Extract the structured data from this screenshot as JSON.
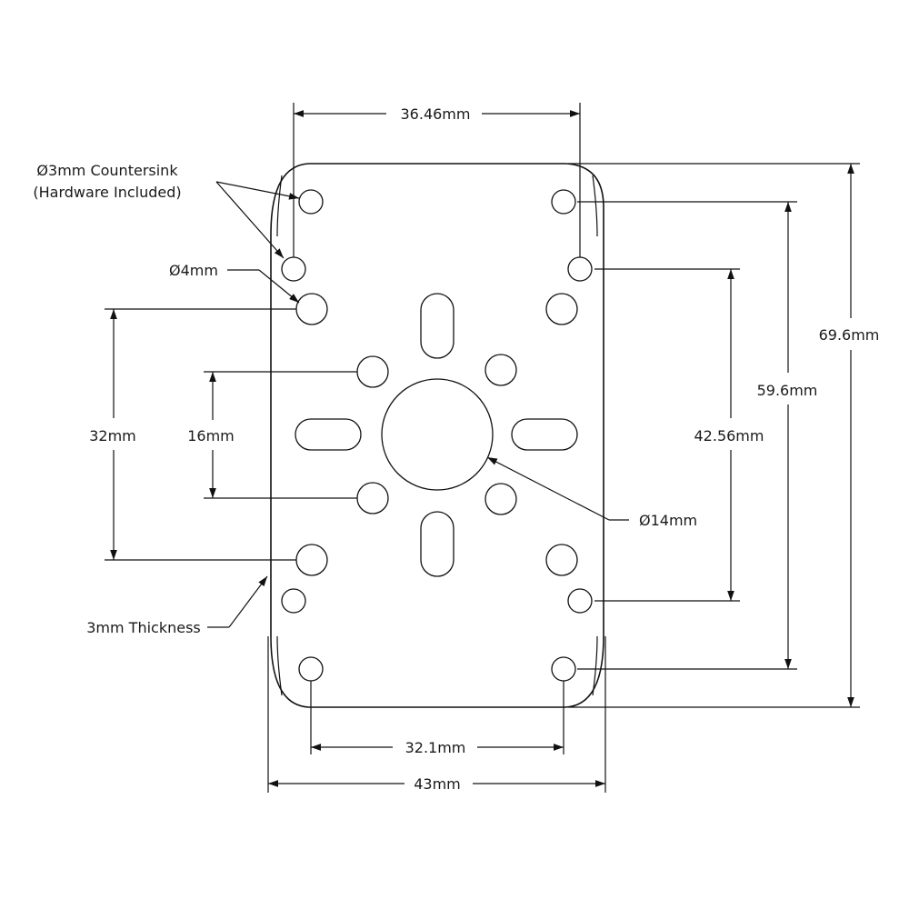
{
  "dimensions": {
    "top_width": "36.46mm",
    "bottom_hole_spacing": "32.1mm",
    "overall_width": "43mm",
    "overall_height": "69.6mm",
    "hole_height_outer": "59.6mm",
    "hole_height_inner": "42.56mm",
    "left_32": "32mm",
    "left_16": "16mm",
    "center_hole": "Ø14mm"
  },
  "callouts": {
    "countersink_line1": "Ø3mm Countersink",
    "countersink_line2": "(Hardware Included)",
    "hole_4mm": "Ø4mm",
    "thickness": "3mm Thickness"
  }
}
